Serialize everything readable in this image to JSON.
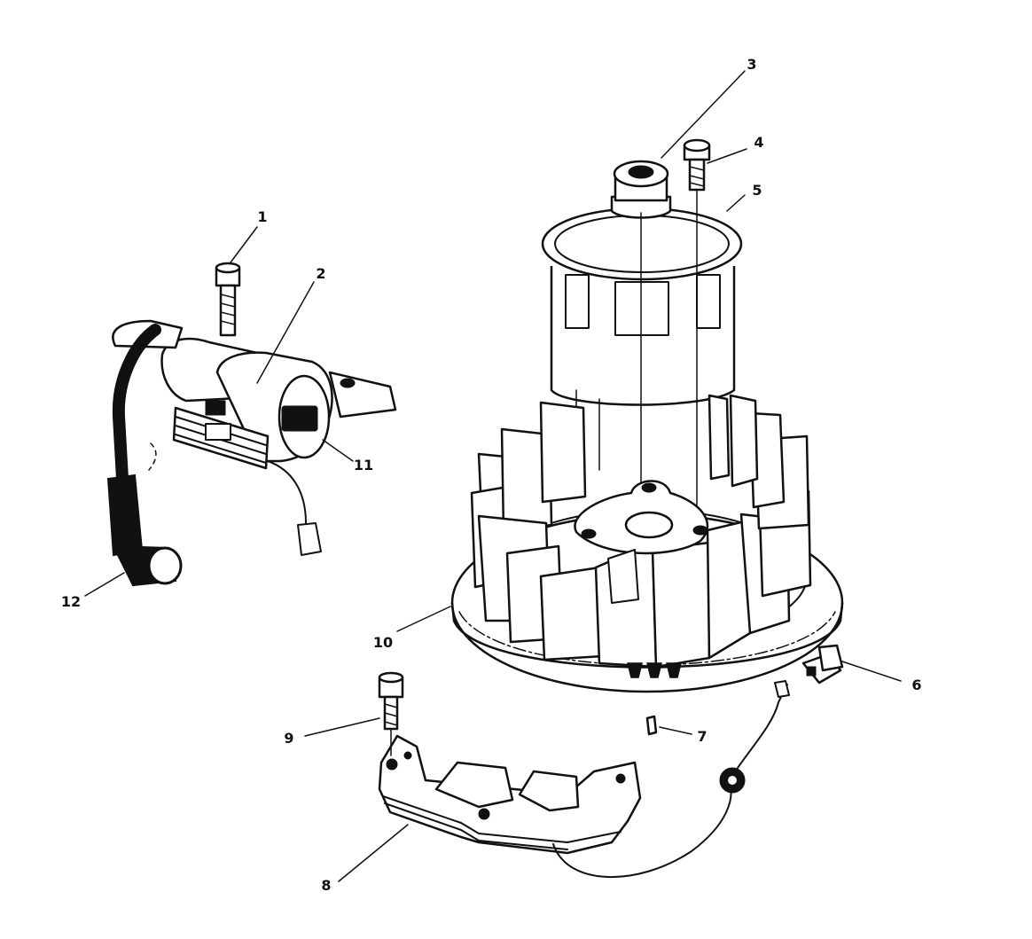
{
  "diagram": {
    "parts": [
      {
        "id": "p1",
        "number": "1"
      },
      {
        "id": "p2",
        "number": "2"
      },
      {
        "id": "p3",
        "number": "3"
      },
      {
        "id": "p4",
        "number": "4"
      },
      {
        "id": "p5",
        "number": "5"
      },
      {
        "id": "p6",
        "number": "6"
      },
      {
        "id": "p7",
        "number": "7"
      },
      {
        "id": "p8",
        "number": "8"
      },
      {
        "id": "p9",
        "number": "9"
      },
      {
        "id": "p10",
        "number": "10"
      },
      {
        "id": "p11",
        "number": "11"
      },
      {
        "id": "p12",
        "number": "12"
      }
    ]
  }
}
